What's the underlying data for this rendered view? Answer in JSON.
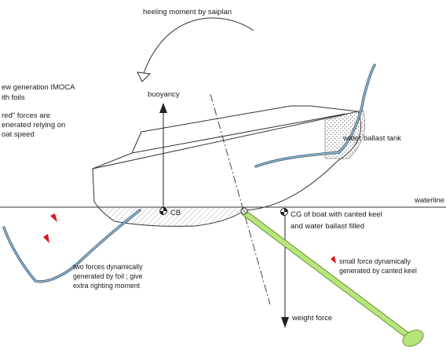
{
  "labels": {
    "heeling_moment": "heeling moment by saiplan",
    "buoyancy": "buoyancy",
    "left_note_1": "ew generation IMOCA",
    "left_note_2": "ith foils",
    "left_note_3": "red\" forces are",
    "left_note_4": "enerated relying on",
    "left_note_5": "oat speed",
    "water_ballast_tank": "water ballast tank",
    "waterline": "waterline",
    "cb": "CB",
    "cg_1": "CG of boat with canted keel",
    "cg_2": "and water ballast filled",
    "foil_forces_1": "two forces dynamically",
    "foil_forces_2": "generated by foil ; give",
    "foil_forces_3": "extra righting moment",
    "keel_force_1": "small force dynamically",
    "keel_force_2": "generated by canted keel",
    "weight_force": "weight force"
  },
  "colors": {
    "foil": "#4a6f8a",
    "keel": "#b6e67a",
    "keel_outline": "#6f8f3a",
    "force_arrows": "#e0121b",
    "lines": "#333333"
  }
}
